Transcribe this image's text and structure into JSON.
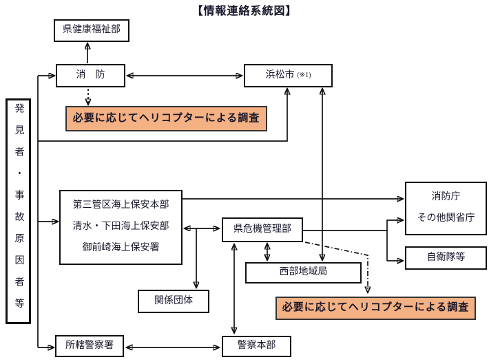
{
  "title": "【情報連絡系統図】",
  "colors": {
    "highlight_fill": "#F4B183",
    "line": "#111111"
  },
  "nodes": {
    "pref_health_welfare": {
      "label": "県健康福祉部"
    },
    "fire_dept": {
      "label": "消　防"
    },
    "hamamatsu_city": {
      "label": "浜松市",
      "note": "(※1)"
    },
    "heli_survey_top": {
      "label": "必要に応じてヘリコプターによる調査"
    },
    "discoverer": {
      "label": "発見者・事故原因者等"
    },
    "coast_guard": {
      "lines": [
        "第三管区海上保安本部",
        "清水・下田海上保安部",
        "御前崎海上保安署"
      ]
    },
    "pref_crisis_mgmt": {
      "label": "県危機管理部"
    },
    "fire_agency": {
      "lines": [
        "消防庁",
        "その他関省庁"
      ]
    },
    "self_defense": {
      "label": "自衛隊等"
    },
    "western_region": {
      "label": "西部地域局"
    },
    "related_orgs": {
      "label": "関係団体"
    },
    "heli_survey_bottom": {
      "label": "必要に応じてヘリコプターによる調査"
    },
    "local_police": {
      "label": "所轄警察署"
    },
    "police_hq": {
      "label": "警察本部"
    }
  }
}
